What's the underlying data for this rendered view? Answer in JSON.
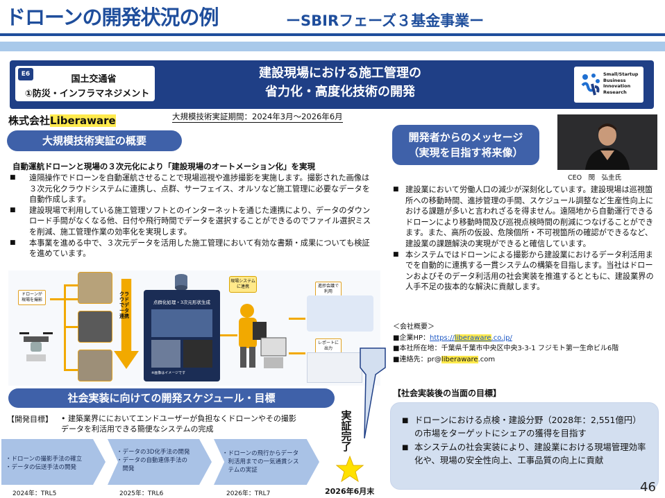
{
  "header": {
    "title": "ドローンの開発状況の例",
    "subtitle": "ーSBIRフェーズ３基金事業ー"
  },
  "banner": {
    "badge_code": "E6",
    "ministry": "国土交通省",
    "field": "①防災・インフラマネジメント",
    "project_title_line1": "建設現場における施工管理の",
    "project_title_line2": "省力化・高度化技術の開発",
    "logo_text": [
      "Small/Startup",
      "Business",
      "Innovation",
      "Research"
    ]
  },
  "company": {
    "prefix": "株式会社",
    "name": "Liberaware"
  },
  "period": "大規模技術実証期間：2024年3月～2026年6月",
  "overview": {
    "heading": "大規模技術実証の概要",
    "lead": "自動運航ドローンと現場の３次元化により「建設現場のオートメーション化」を実現",
    "bullets": [
      "遠隔操作でドローンを自動運航させることで現場巡視や進捗撮影を実施します。撮影された画像は３次元化クラウドシステムに連携し、点群、サーフェイス、オルソなど施工管理に必要なデータを自動作成します。",
      "建設現場で利用している施工管理ソフトとのインターネットを通じた連携により、データのダウンロード手間がなくなる他、日付や飛行時間でデータを選択することができるのでファイル選択ミスを削減、施工管理作業の効率化を実現します。",
      "本事業を進める中で、３次元データを活用した施工管理において有効な書類・成果についても検証を進めています。"
    ]
  },
  "diagram": {
    "drone_label": "ドローンが現場を撮影",
    "cloud_label": "クラウドでデータ連携",
    "processing_label": "点群化処理・3次元形状生成",
    "image_note": "※画像はイメージです",
    "site_system_label": "現場システムに連携",
    "meeting_label": "進捗会議で利用",
    "report_label": "レポートに出力"
  },
  "schedule": {
    "heading": "社会実装に向けての開発スケジュール・目標",
    "goal_label": "【開発目標】",
    "goal_text": "• 建築業界ににおいてエンドユーザーが負担なくドローンやその撮影データを利活用できる簡便なシステムの完成",
    "phases": [
      {
        "lines": [
          "・ドローンの撮影手法の確立",
          "・データの伝送手法の開発"
        ],
        "trl": "2024年：TRL5"
      },
      {
        "lines": [
          "・データの3D化手法の開発",
          "・データの自動連係手法の",
          "　開発"
        ],
        "trl": "2025年：TRL6"
      },
      {
        "lines": [
          "・ドローンの飛行からデータ",
          "　利活用までの一気通貫シス",
          "　テムの実証"
        ],
        "trl": "2026年：TRL7"
      }
    ],
    "verify_label": "実証完了",
    "verify_date": "2026年6月末"
  },
  "message": {
    "heading_line1": "開発者からのメッセージ",
    "heading_line2": "（実現を目指す将来像）",
    "ceo_caption": "CEO　閔　弘圭氏",
    "bullets": [
      "建設業において労働人口の減少が深刻化しています。建設現場は巡視箇所への移動時間、進捗管理の手間、スケジュール調整など生産性向上における課題が多いと言われざるを得ません。遠隔地から自動運行できるドローンにより移動時間及び巡視点検時間の削減につなげることができます。また、高所の仮設、危険個所・不可視箇所の確認ができるなど、建設業の課題解決の実現ができると確信しています。",
      "本システムではドローンによる撮影から建設業におけるデータ利活用までを自動的に連携する一貫システムの構築を目指します。当社はドローンおよびそのデータ利活用の社会実装を推進するとともに、建設業界の人手不足の抜本的な解決に貢献します。"
    ]
  },
  "company_info": {
    "heading": "＜会社概要＞",
    "hp_label": "■企業HP：",
    "hp_prefix": "https://",
    "hp_mid": "liberaware",
    "hp_suffix": ".co.jp/",
    "address": "■本社所在地：千葉県千葉市中央区中央3-3-1 フジモト第一生命ビル6階",
    "contact_label": "■連絡先：pr@",
    "contact_mid": "liberaware",
    "contact_suffix": ".com"
  },
  "targets": {
    "heading": "【社会実装後の当面の目標】",
    "bullets": [
      "ドローンにおける点検・建設分野（2028年：2,551億円）の市場をターゲットにシェアの獲得を目指す",
      "本システムの社会実装により、建設業における現場管理効率化や、現場の安全性向上、工事品質の向上に貢献"
    ]
  },
  "page_number": "46",
  "colors": {
    "title_blue": "#1f4e9c",
    "banner_navy": "#1f3f86",
    "pill_blue": "#3f61a9",
    "highlight_yellow": "#ffea4d",
    "goal_box_bg": "#d3dff0",
    "chevron_bg": "#a9c2e6"
  }
}
